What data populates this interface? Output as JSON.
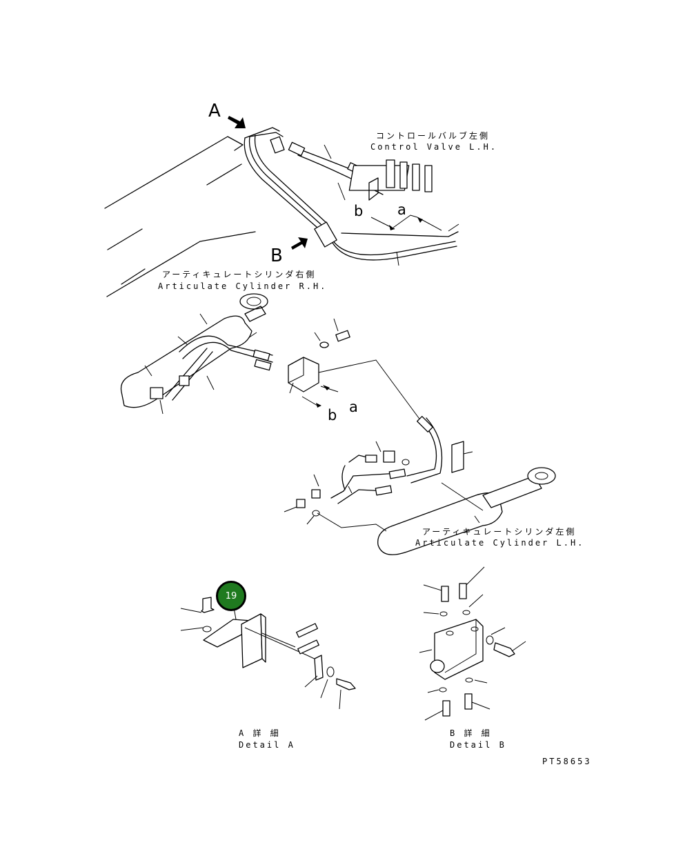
{
  "view_labels": {
    "a_upper": "A",
    "b_upper": "B",
    "a_lower_top": "a",
    "b_lower_top": "b",
    "a_lower_mid": "a",
    "b_lower_mid": "b"
  },
  "labels": {
    "control_valve_jp": "コントロールバルブ左側",
    "control_valve_en": "Control Valve L.H.",
    "artic_rh_jp": "アーティキュレートシリンダ右側",
    "artic_rh_en": "Articulate Cylinder R.H.",
    "artic_lh_jp": "アーティキュレートシリンダ左側",
    "artic_lh_en": "Articulate Cylinder L.H.",
    "detail_a_jp": "A 詳 細",
    "detail_a_en": "Detail A",
    "detail_b_jp": "B 詳 細",
    "detail_b_en": "Detail B",
    "part_code": "PT58653"
  },
  "callout": {
    "number": "19",
    "color": "#1f7a1f"
  }
}
